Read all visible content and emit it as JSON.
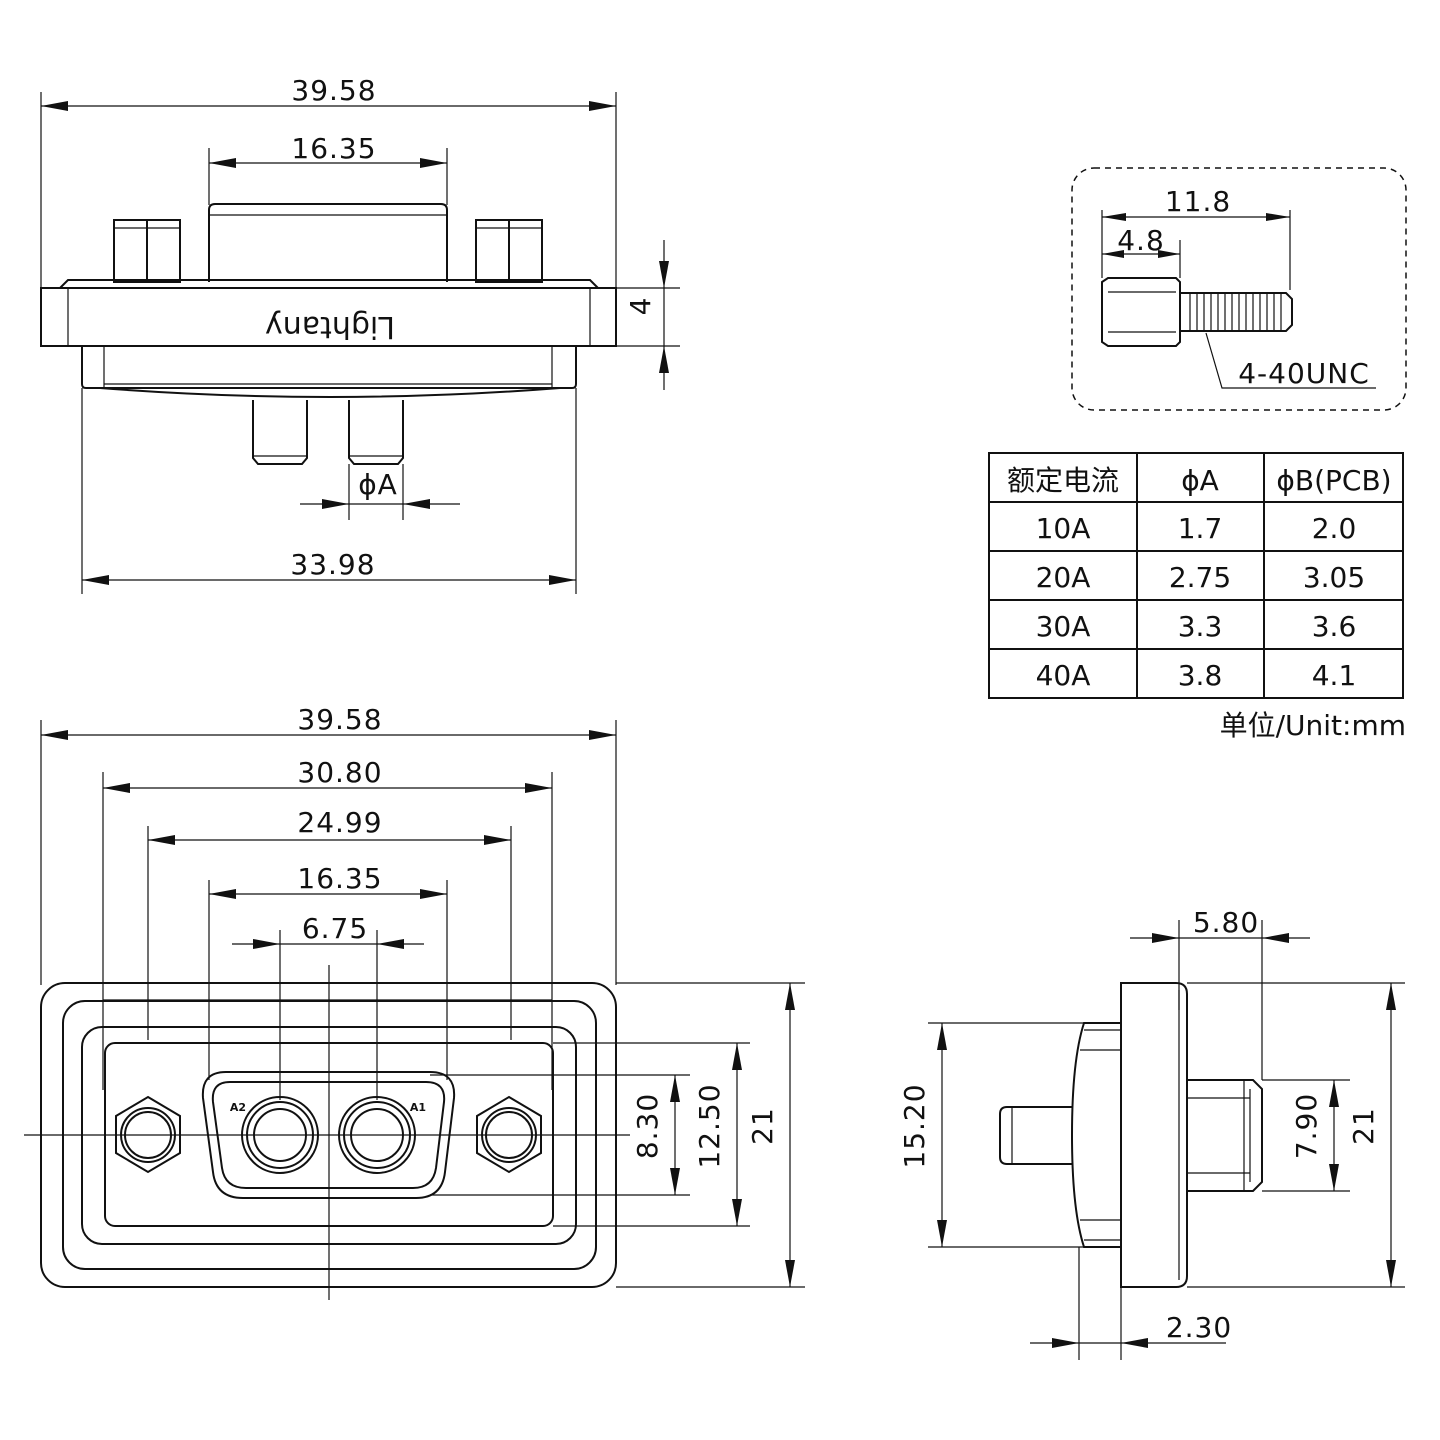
{
  "front_view": {
    "dim_overall_width": "39.58",
    "dim_shell_width": "16.35",
    "dim_flange_thickness": "4",
    "dim_pin_diameter": "ϕA",
    "dim_bottom_width": "33.98",
    "logo_text": "Lightany"
  },
  "screw_detail": {
    "dim_total_length": "11.8",
    "dim_hex_length": "4.8",
    "thread_label": "4-40UNC"
  },
  "rating_table": {
    "headers": [
      "额定电流",
      "ϕA",
      "ϕB(PCB)"
    ],
    "rows": [
      [
        "10A",
        "1.7",
        "2.0"
      ],
      [
        "20A",
        "2.75",
        "3.05"
      ],
      [
        "30A",
        "3.3",
        "3.6"
      ],
      [
        "40A",
        "3.8",
        "4.1"
      ]
    ],
    "unit_note": "单位/Unit:mm"
  },
  "face_view": {
    "dim_overall_width": "39.58",
    "dim_mounting_hole_span": "30.80",
    "dim_inner_width": "24.99",
    "dim_shell_width": "16.35",
    "dim_contact_pitch": "6.75",
    "dim_shell_height": "8.30",
    "dim_inner_height": "12.50",
    "dim_overall_height": "21",
    "contact_labels": [
      "A2",
      "A1"
    ]
  },
  "side_view": {
    "dim_top": "5.80",
    "dim_left_height": "15.20",
    "dim_hex_height": "7.90",
    "dim_right_height": "21",
    "dim_bottom": "2.30"
  }
}
